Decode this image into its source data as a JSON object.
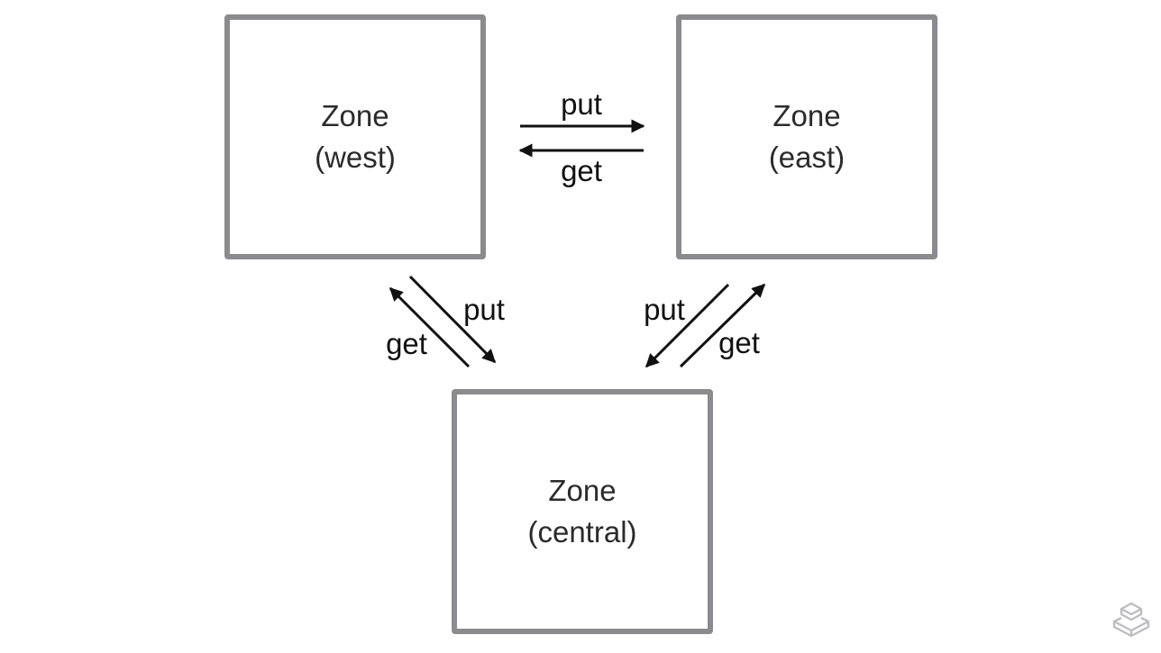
{
  "zones": {
    "west": {
      "line1": "Zone",
      "line2": "(west)"
    },
    "east": {
      "line1": "Zone",
      "line2": "(east)"
    },
    "central": {
      "line1": "Zone",
      "line2": "(central)"
    }
  },
  "arrows": {
    "west_east": {
      "put": "put",
      "get": "get"
    },
    "west_central": {
      "put": "put",
      "get": "get"
    },
    "east_central": {
      "put": "put",
      "get": "get"
    }
  },
  "colors": {
    "box_border": "#8a8a8f",
    "arrow": "#111111",
    "logo": "#bdbdc2"
  },
  "icons": {
    "logo": "stacked-boxes-logo-icon"
  }
}
